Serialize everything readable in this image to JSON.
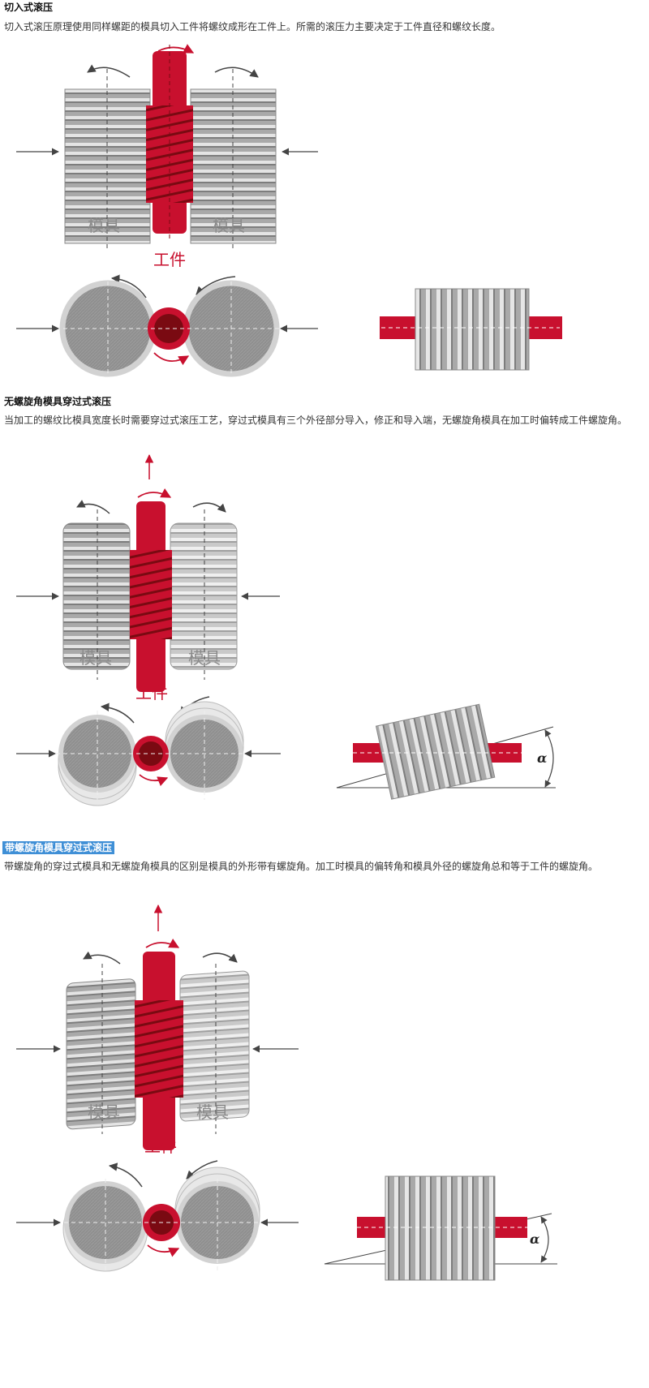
{
  "sections": [
    {
      "heading": "切入式滚压",
      "text": "切入式滚压原理使用同样螺距的模具切入工件将螺纹成形在工件上。所需的滚压力主要决定于工件直径和螺纹长度。",
      "labels": {
        "die_left": "模具",
        "die_right": "模具",
        "workpiece": "工件"
      }
    },
    {
      "heading": "无螺旋角模具穿过式滚压",
      "text": "当加工的螺纹比模具宽度长时需要穿过式滚压工艺，穿过式模具有三个外径部分导入，修正和导入端，无螺旋角模具在加工时偏转成工件螺旋角。",
      "labels": {
        "die_left": "模具",
        "die_right": "模具",
        "workpiece": "工件",
        "angle": "α"
      }
    },
    {
      "heading": "带螺旋角模具穿过式滚压",
      "text": "带螺旋角的穿过式模具和无螺旋角模具的区别是模具的外形带有螺旋角。加工时模具的偏转角和模具外径的螺旋角总和等于工件的螺旋角。",
      "labels": {
        "die_left": "模具",
        "die_right": "模具",
        "workpiece": "工件",
        "angle": "α"
      }
    }
  ],
  "colors": {
    "red": "#c8102e",
    "dark_red": "#7a0a12",
    "grey": "#8f8f8f",
    "light_grey": "#d8d8d8",
    "highlight": "#3f8fd6"
  },
  "icons": [
    "rotation-arrow-icon",
    "push-arrow-icon",
    "feed-arrow-icon"
  ]
}
